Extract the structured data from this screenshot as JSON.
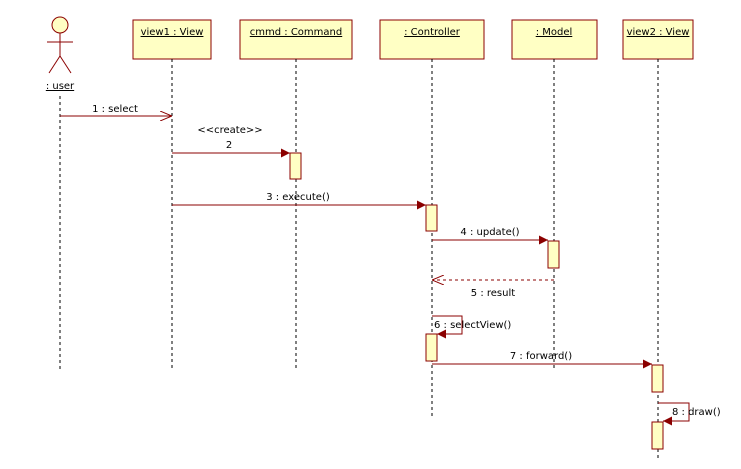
{
  "diagram": {
    "type": "uml-sequence",
    "colors": {
      "box_fill": "#ffffc4",
      "box_stroke": "#8b0000",
      "message": "#8b0000",
      "actor_fill": "#ffffc4",
      "lifeline": "#000000"
    },
    "actor": {
      "label": ": user",
      "icon": "stick-figure-icon"
    },
    "lifelines": [
      {
        "id": "view1",
        "label": "view1 : View"
      },
      {
        "id": "cmmd",
        "label": "cmmd : Command"
      },
      {
        "id": "controller",
        "label": ": Controller"
      },
      {
        "id": "model",
        "label": ": Model"
      },
      {
        "id": "view2",
        "label": "view2 : View"
      }
    ],
    "messages": [
      {
        "label": "1 : select",
        "from": "user",
        "to": "view1",
        "kind": "async"
      },
      {
        "label": "2",
        "stereotype": "<<create>>",
        "from": "view1",
        "to": "cmmd",
        "kind": "create"
      },
      {
        "label": "3 : execute()",
        "from": "view1",
        "to": "controller",
        "kind": "sync"
      },
      {
        "label": "4 : update()",
        "from": "controller",
        "to": "model",
        "kind": "sync"
      },
      {
        "label": "5 : result",
        "from": "model",
        "to": "controller",
        "kind": "return"
      },
      {
        "label": "6 : selectView()",
        "from": "controller",
        "to": "controller",
        "kind": "self"
      },
      {
        "label": "7 : forward()",
        "from": "controller",
        "to": "view2",
        "kind": "sync"
      },
      {
        "label": "8 : draw()",
        "from": "view2",
        "to": "view2",
        "kind": "self"
      }
    ]
  }
}
